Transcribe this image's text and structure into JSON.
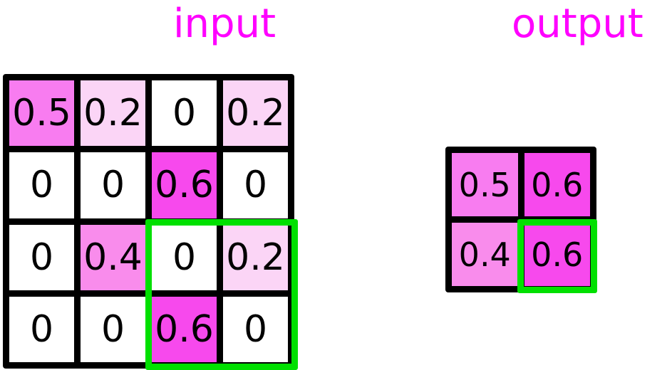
{
  "labels": {
    "input": "input",
    "output": "output"
  },
  "colors": {
    "label_magenta": "#ff00ff",
    "highlight_green": "#00e000",
    "grid_border": "#000000",
    "value_0": "#ffffff",
    "value_0_2": "#fbd5f6",
    "value_0_4": "#f98cec",
    "value_0_5": "#f87cf0",
    "value_0_6": "#f749ed"
  },
  "chart_data": {
    "type": "heatmap",
    "title": "",
    "description": "Max-pooling: 4x4 input feature map reduced to 2x2 output by taking the maximum of each non-overlapping 2x2 block. The green box marks the bottom-right input block and its corresponding output cell.",
    "input": {
      "label": "input",
      "rows": 4,
      "cols": 4,
      "values": [
        [
          "0.5",
          "0.2",
          "0",
          "0.2"
        ],
        [
          "0",
          "0",
          "0.6",
          "0"
        ],
        [
          "0",
          "0.4",
          "0",
          "0.2"
        ],
        [
          "0",
          "0",
          "0.6",
          "0"
        ]
      ],
      "numeric": [
        [
          0.5,
          0.2,
          0,
          0.2
        ],
        [
          0,
          0,
          0.6,
          0
        ],
        [
          0,
          0.4,
          0,
          0.2
        ],
        [
          0,
          0,
          0.6,
          0
        ]
      ],
      "highlight_region": {
        "row_start": 3,
        "row_end": 4,
        "col_start": 3,
        "col_end": 4
      }
    },
    "output": {
      "label": "output",
      "rows": 2,
      "cols": 2,
      "values": [
        [
          "0.5",
          "0.6"
        ],
        [
          "0.4",
          "0.6"
        ]
      ],
      "numeric": [
        [
          0.5,
          0.6
        ],
        [
          0.4,
          0.6
        ]
      ],
      "highlight_cell": {
        "row": 2,
        "col": 2
      }
    },
    "colorscale": {
      "0": "#ffffff",
      "0.2": "#fbd5f6",
      "0.4": "#f98cec",
      "0.5": "#f87cf0",
      "0.6": "#f749ed"
    },
    "vmin": 0,
    "vmax": 0.6
  }
}
